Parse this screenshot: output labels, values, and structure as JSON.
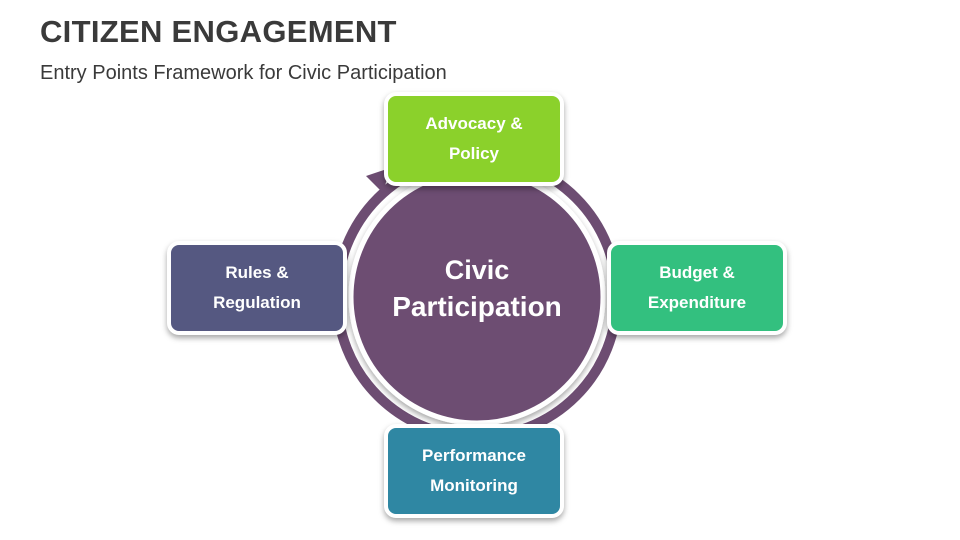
{
  "title": "CITIZEN ENGAGEMENT",
  "subtitle": "Entry Points Framework for Civic Participation",
  "center": {
    "line1": "Civic",
    "line2": "Participation",
    "color": "#6d4d72"
  },
  "ring_color": "#6d4d72",
  "nodes": [
    {
      "id": "advocacy",
      "line1": "Advocacy &",
      "line2": "Policy",
      "color": "#8bd12b"
    },
    {
      "id": "budget",
      "line1": "Budget &",
      "line2": "Expenditure",
      "color": "#33c07f"
    },
    {
      "id": "performance",
      "line1": "Performance",
      "line2": "Monitoring",
      "color": "#2f87a3"
    },
    {
      "id": "rules",
      "line1": "Rules &",
      "line2": "Regulation",
      "color": "#555881"
    }
  ]
}
